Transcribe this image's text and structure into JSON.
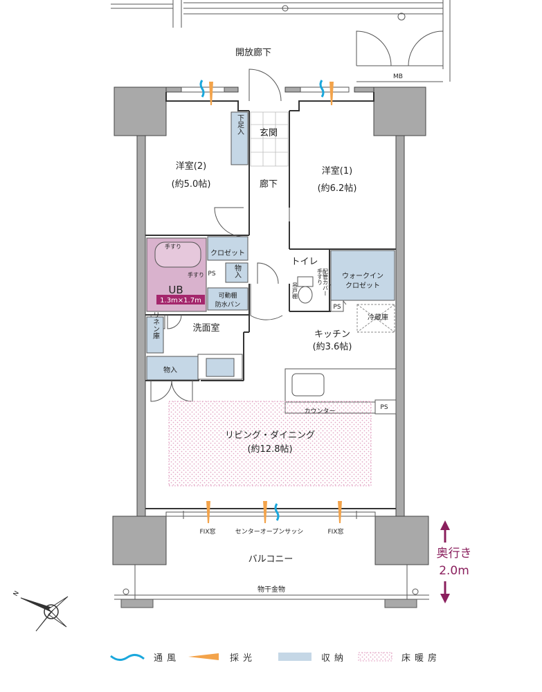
{
  "labels": {
    "corridor_outside": "開放廊下",
    "mb": "MB",
    "entrance": "玄関",
    "shoe_storage": "下足入",
    "western2_name": "洋室(2)",
    "western2_size": "(約5.0帖)",
    "western1_name": "洋室(1)",
    "western1_size": "(約6.2帖)",
    "hallway": "廊下",
    "closet": "クロゼット",
    "storage_small": "物入",
    "ps": "PS",
    "handrail": "手すり",
    "ub": "UB",
    "ub_size": "1.3m×1.7m",
    "movable_shelf": "可動棚",
    "waterproof_pan": "防水パン",
    "toilet": "トイレ",
    "handrail_v": "手すり",
    "pipe_cover": "配管カバー",
    "hanging_cabinet": "吊戸棚",
    "walkin_closet_1": "ウォークイン",
    "walkin_closet_2": "クロゼット",
    "fridge": "冷蔵庫",
    "linen": "リネン庫",
    "washroom": "洗面室",
    "kitchen_name": "キッチン",
    "kitchen_size": "(約3.6帖)",
    "storage": "物入",
    "counter": "カウンター",
    "living_name": "リビング・ダイニング",
    "living_size": "(約12.8帖)",
    "fix_window_left": "FIX窓",
    "center_sash": "センターオープンサッシ",
    "fix_window_right": "FIX窓",
    "balcony": "バルコニー",
    "drying_rack": "物干金物",
    "depth_label": "奥行き",
    "depth_value": "2.0m",
    "north_mark": "N"
  },
  "legend": [
    {
      "label": "通風",
      "icon": "wave-icon"
    },
    {
      "label": "採光",
      "icon": "light-icon"
    },
    {
      "label": "収納",
      "icon": "storage-swatch"
    },
    {
      "label": "床暖房",
      "icon": "floor-heating-swatch"
    }
  ],
  "colors": {
    "wall": "#a9a9a9",
    "storage": "#c5d7e6",
    "bath": "#d9b2cd",
    "bath_label": "#a4276c",
    "ventilation": "#1aa7dc",
    "daylight": "#f3a34a",
    "floor_heating": "#e3a6c4",
    "accent": "#8a1f5d"
  }
}
